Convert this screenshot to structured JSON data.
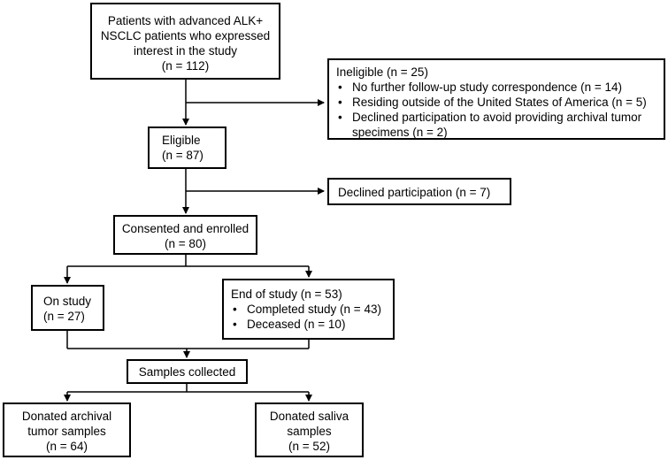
{
  "diagram": {
    "patients": {
      "lines": [
        "Patients with advanced ALK+",
        "NSCLC patients who expressed",
        "interest in the study",
        "(n = 112)"
      ]
    },
    "ineligible": {
      "title": "Ineligible (n = 25)",
      "items": [
        "No further follow-up study correspondence (n = 14)",
        "Residing outside of the United States of America (n = 5)",
        "Declined participation to avoid providing archival tumor specimens (n = 2)"
      ]
    },
    "eligible": {
      "lines": [
        "Eligible",
        "(n = 87)"
      ]
    },
    "declined": {
      "label": "Declined participation (n = 7)"
    },
    "enrolled": {
      "lines": [
        "Consented and enrolled",
        "(n = 80)"
      ]
    },
    "on_study": {
      "lines": [
        "On study",
        "(n = 27)"
      ]
    },
    "end_of_study": {
      "title": "End of study (n = 53)",
      "items": [
        "Completed study (n = 43)",
        "Deceased (n = 10)"
      ]
    },
    "samples": {
      "label": "Samples collected"
    },
    "archival": {
      "lines": [
        "Donated archival",
        "tumor samples",
        "(n = 64)"
      ]
    },
    "saliva": {
      "lines": [
        "Donated saliva",
        "samples",
        "(n = 52)"
      ]
    },
    "bullet_glyph": "•"
  }
}
